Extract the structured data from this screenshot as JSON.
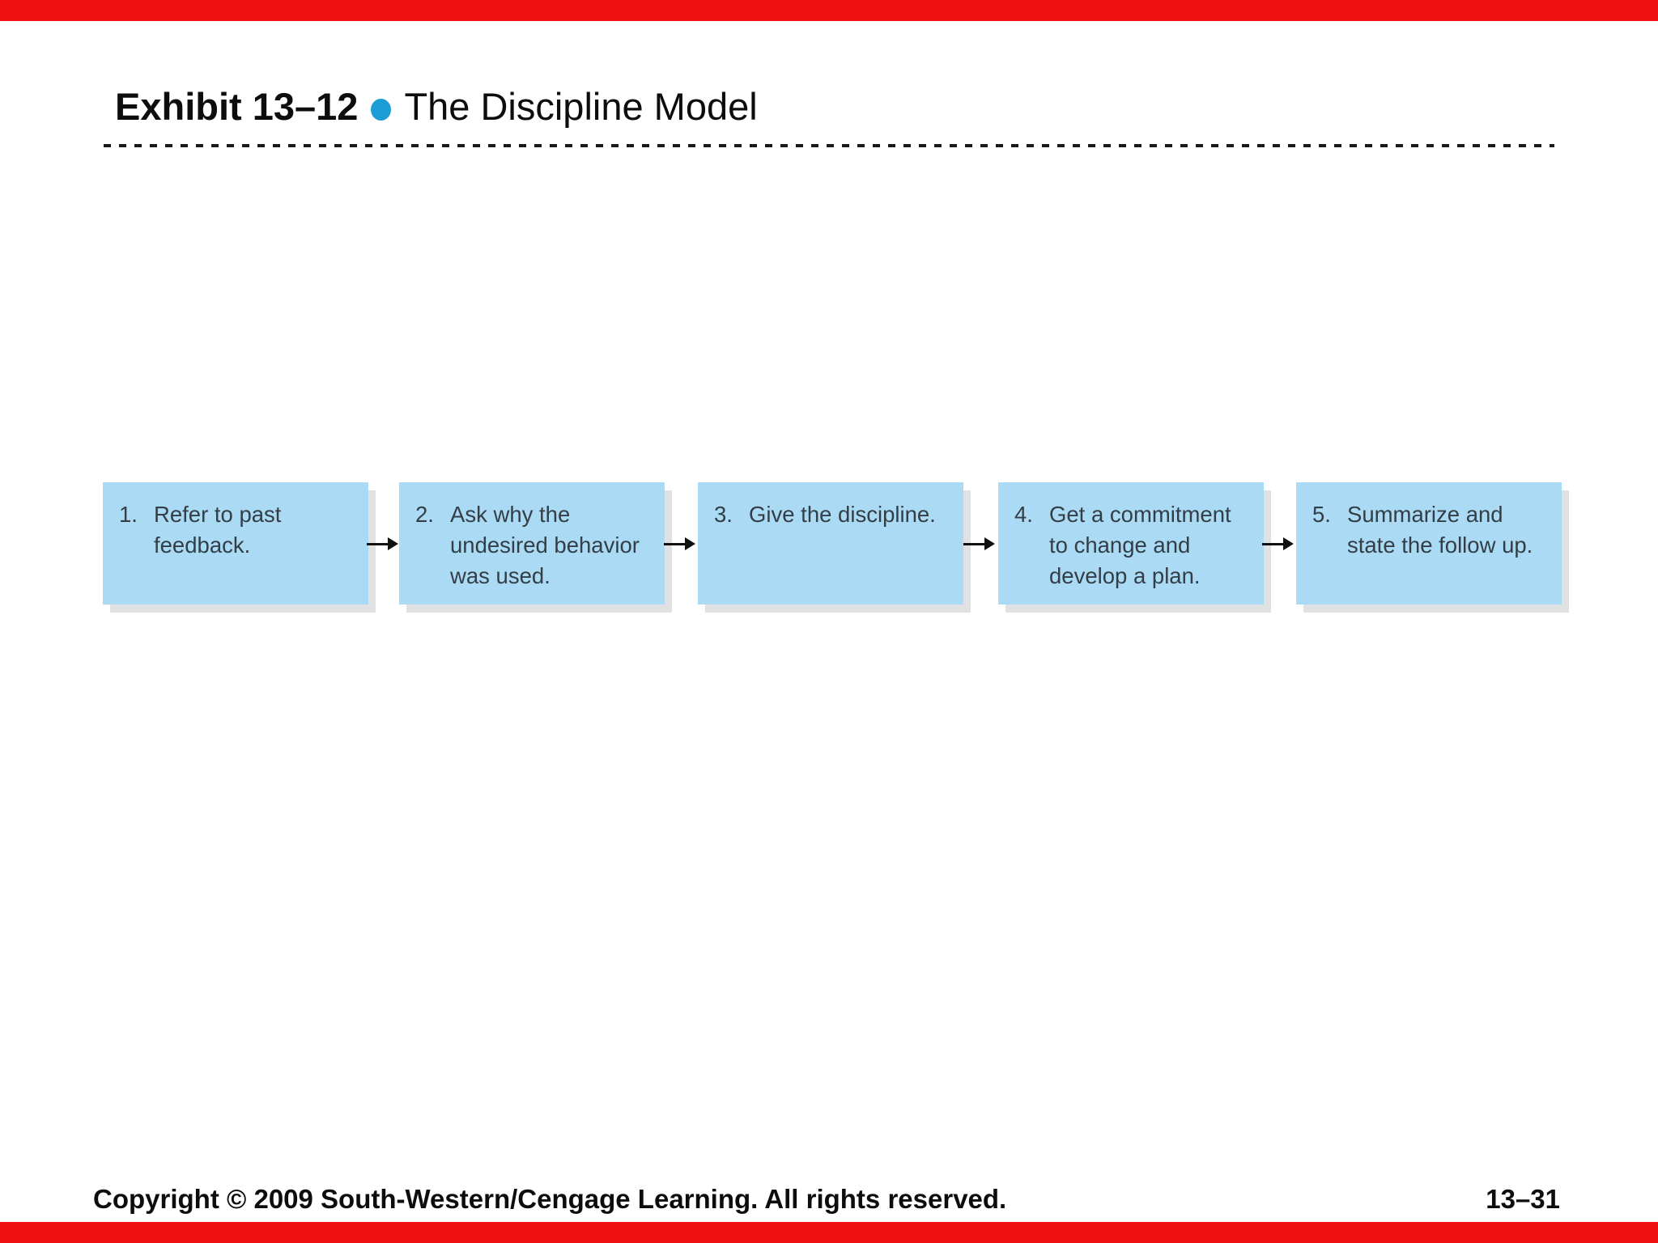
{
  "slide": {
    "title": {
      "exhibit_label": "Exhibit 13–12",
      "bullet_glyph": "•",
      "title_text": "The Discipline Model"
    },
    "flow": {
      "steps": [
        {
          "number": "1.",
          "text": "Refer to past\nfeedback."
        },
        {
          "number": "2.",
          "text": "Ask why the\nundesired behavior\nwas used."
        },
        {
          "number": "3.",
          "text": "Give the discipline."
        },
        {
          "number": "4.",
          "text": "Get a commitment\nto change and\ndevelop a plan."
        },
        {
          "number": "5.",
          "text": "Summarize and\nstate the follow up."
        }
      ],
      "arrow_icon": "right-arrow"
    },
    "footer": {
      "copyright": "Copyright © 2009 South-Western/Cengage Learning. All rights reserved.",
      "page_number": "13–31"
    },
    "colors": {
      "accent_red_bar": "#ee1111",
      "box_fill_blue": "#abdaf5",
      "box_shadow_gray": "#e0e1e3",
      "bullet_blue": "#1b9cd5",
      "box_text": "#333e46",
      "text_black": "#0d0d0d"
    }
  }
}
